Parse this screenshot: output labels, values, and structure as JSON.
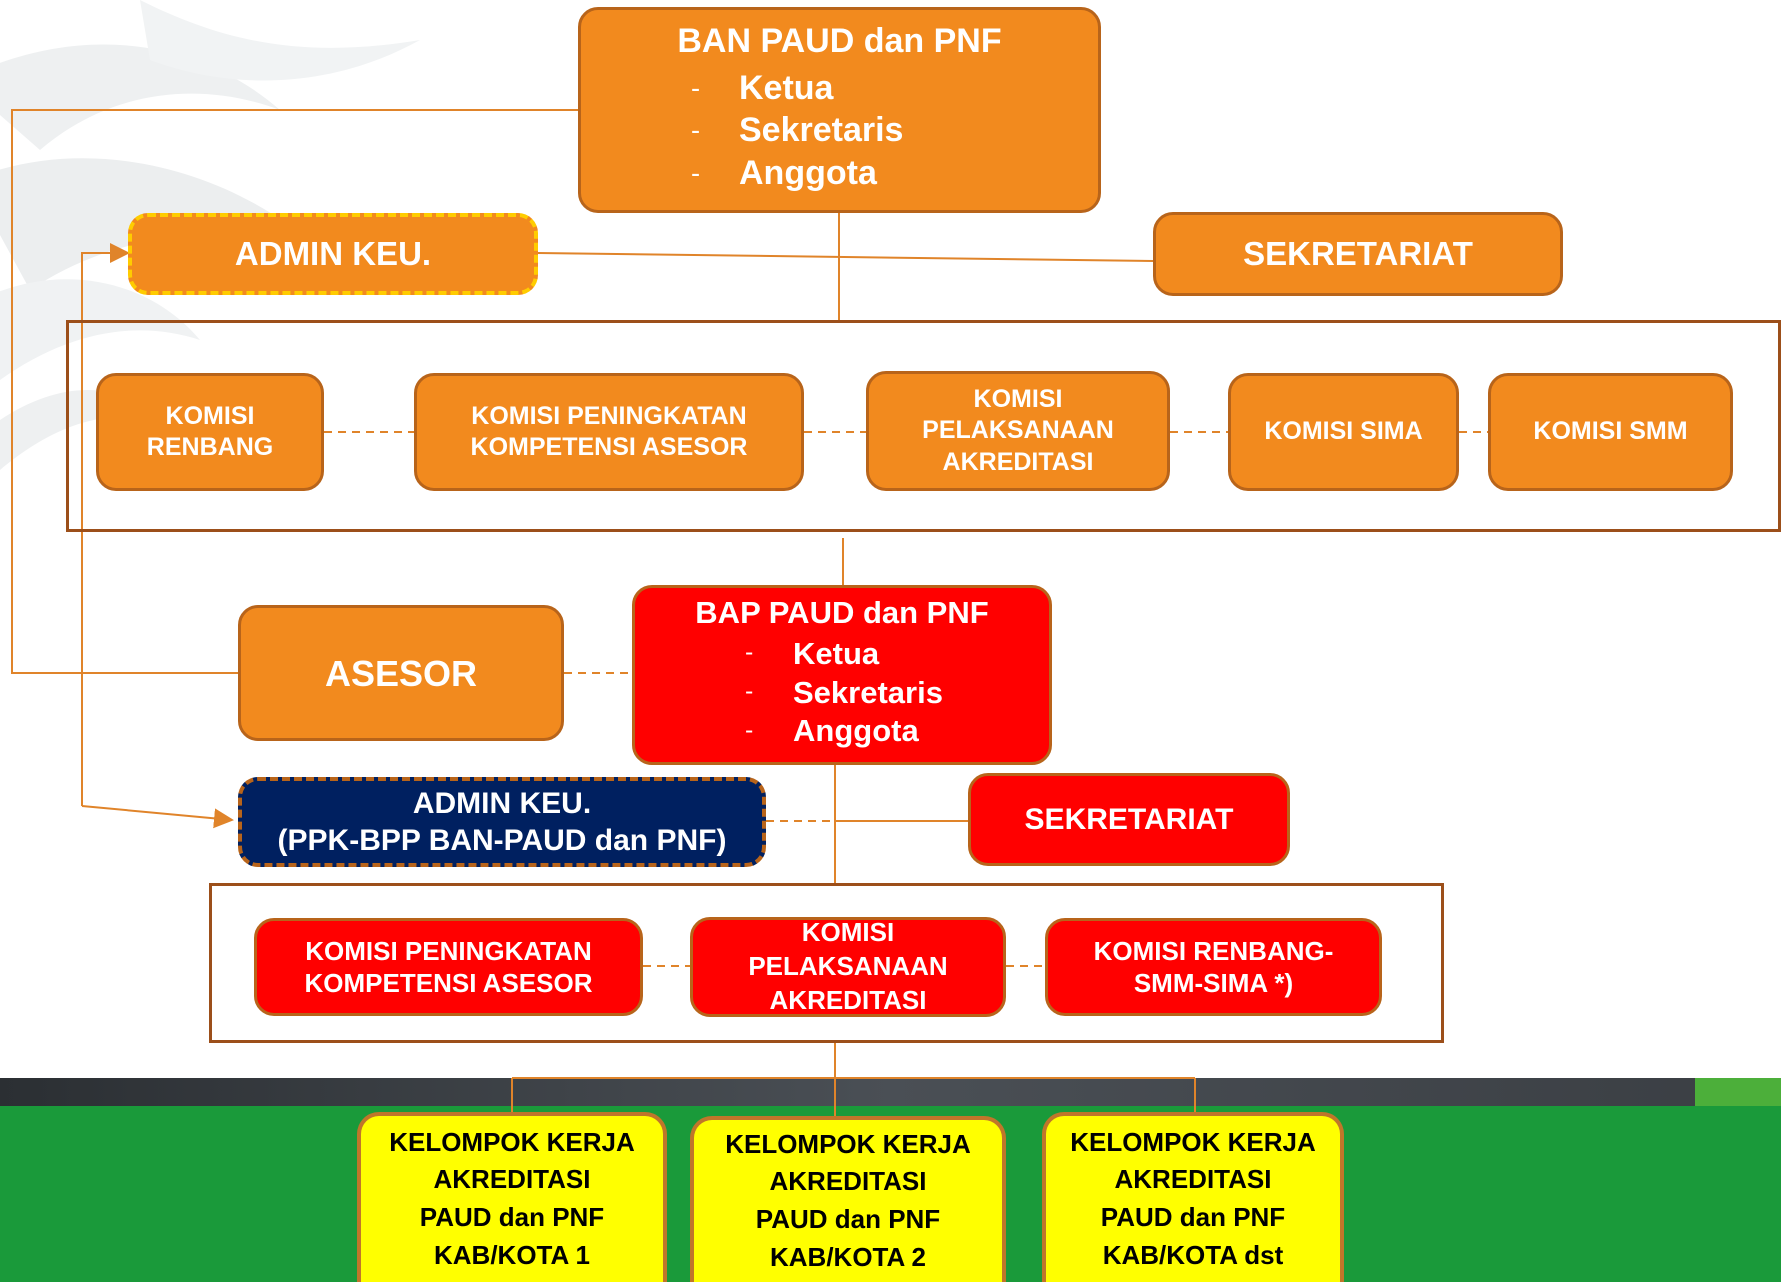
{
  "ban": {
    "title": "BAN PAUD dan PNF",
    "members": [
      "Ketua",
      "Sekretaris",
      "Anggota"
    ],
    "admin_keu": "ADMIN KEU.",
    "sekretariat": "SEKRETARIAT",
    "komisi": [
      {
        "line1": "KOMISI",
        "line2": "RENBANG"
      },
      {
        "line1": "KOMISI PENINGKATAN",
        "line2": "KOMPETENSI ASESOR"
      },
      {
        "line1": "KOMISI",
        "line2": "PELAKSANAAN",
        "line3": "AKREDITASI"
      },
      {
        "line1": "KOMISI SIMA"
      },
      {
        "line1": "KOMISI SMM"
      }
    ]
  },
  "bap": {
    "asesor": "ASESOR",
    "title": "BAP PAUD dan PNF",
    "members": [
      "Ketua",
      "Sekretaris",
      "Anggota"
    ],
    "admin_keu_line1": "ADMIN KEU.",
    "admin_keu_line2": "(PPK-BPP BAN-PAUD dan PNF)",
    "sekretariat": "SEKRETARIAT",
    "komisi": [
      {
        "line1": "KOMISI PENINGKATAN",
        "line2": "KOMPETENSI ASESOR"
      },
      {
        "line1": "KOMISI",
        "line2": "PELAKSANAAN",
        "line3": "AKREDITASI"
      },
      {
        "line1": "KOMISI RENBANG-",
        "line2": "SMM-SIMA *)"
      }
    ]
  },
  "pokja": [
    {
      "l1": "KELOMPOK KERJA",
      "l2": "AKREDITASI",
      "l3": "PAUD dan PNF",
      "l4": "KAB/KOTA 1"
    },
    {
      "l1": "KELOMPOK KERJA",
      "l2": "AKREDITASI",
      "l3": "PAUD dan PNF",
      "l4": "KAB/KOTA 2"
    },
    {
      "l1": "KELOMPOK KERJA",
      "l2": "AKREDITASI",
      "l3": "PAUD dan PNF",
      "l4": "KAB/KOTA dst"
    }
  ],
  "colors": {
    "orange": "#f28a1e",
    "red": "#ff0000",
    "navy": "#002060",
    "yellow": "#ffff00",
    "green": "#1a9a3a",
    "connector": "#e0842a"
  }
}
